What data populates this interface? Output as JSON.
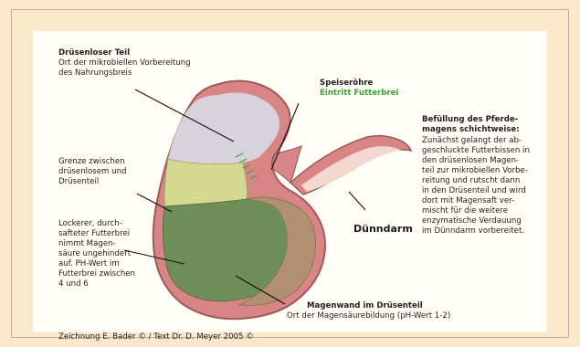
{
  "labels": {
    "druesenloser_title": "Drüsenloser Teil",
    "druesenloser_desc_1": "Ort der mikrobiellen Vorbereitung",
    "druesenloser_desc_2": "des Nahrungsbreis",
    "speiseroehre_title": "Speiseröhre",
    "speiseroehre_sub": "Eintritt Futterbrei",
    "grenze_1": "Grenze zwischen",
    "grenze_2": "drüsenlosem und",
    "grenze_3": "Drüsenteil",
    "lockerer_1": "Lockerer, durch-",
    "lockerer_2": "safteter Futterbrei",
    "lockerer_3": "nimmt Magen-",
    "lockerer_4": "säure ungehindert",
    "lockerer_5": "auf. PH-Wert im",
    "lockerer_6": "Futterbrei zwischen",
    "lockerer_7": "4 und 6",
    "duenndarm": "Dünndarm",
    "magenwand_title": "Magenwand im Drüsenteil",
    "magenwand_desc": "Ort der Magensäurebildung (pH-Wert 1-2)"
  },
  "side_text": {
    "title_1": "Befüllung des Pferde-",
    "title_2": "magens schichtweise:",
    "lines": [
      "Zunächst gelangt der ab-",
      "geschluckte Futterbissen in",
      "den drüsenlosen Magen-",
      "teil zur mikrobiellen Vorbe-",
      "reitung und rutscht dann",
      "in den Drüsenteil und wird",
      "dort mit Magensaft ver-",
      "mischt für die weitere",
      "enzymatische Verdauung",
      "im Dünndarm vorbereitet."
    ]
  },
  "credit": "Zeichnung E. Bader © / Text Dr. D. Meyer 2005 ©",
  "colors": {
    "page_bg": "#fbe8cb",
    "panel_bg": "#fffdf6",
    "stomach_wall": "#d98585",
    "upper_zone": "#d8d2dc",
    "yellow_zone": "#d4d891",
    "green_zone": "#6f8f5a",
    "brown_wall": "#b09070",
    "esophagus_highlight": "#3fa23b"
  }
}
